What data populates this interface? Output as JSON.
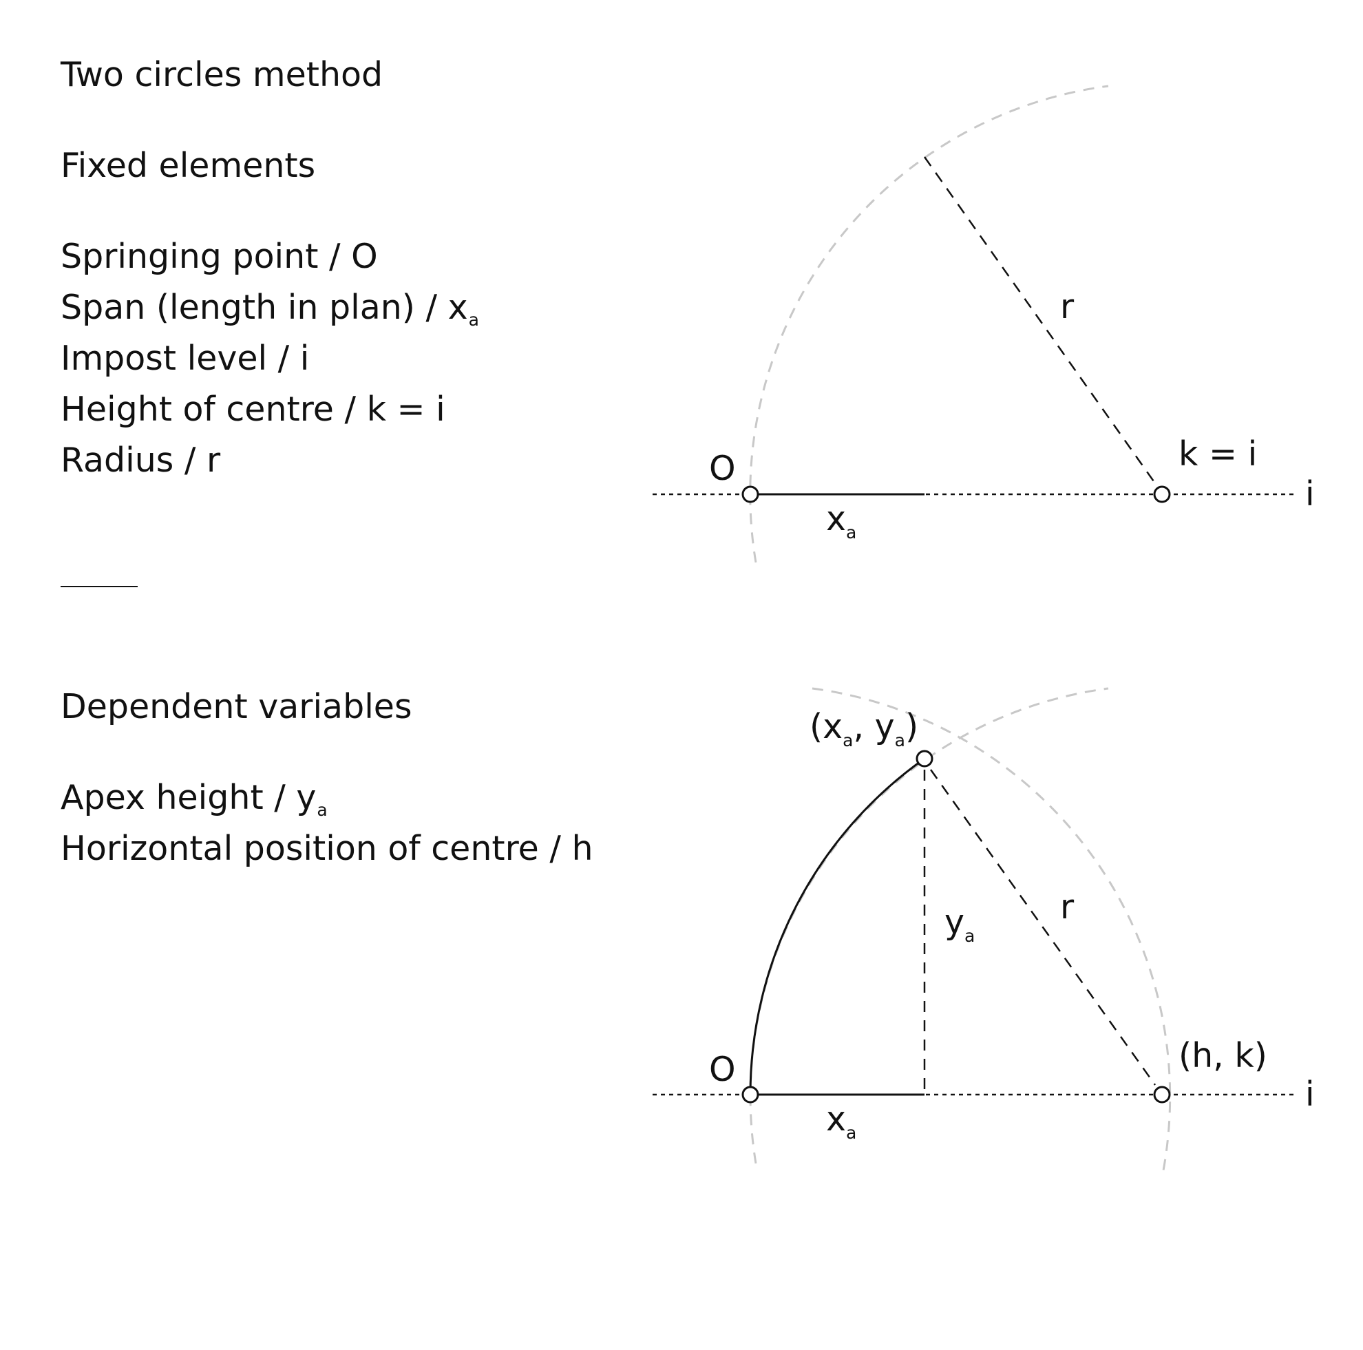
{
  "text": {
    "title": "Two circles method",
    "fixed_heading": "Fixed elements",
    "fixed_items": [
      {
        "label": "Springing point / O",
        "sub": ""
      },
      {
        "label": "Span (length in plan) / x",
        "sub": "a"
      },
      {
        "label": "Impost level / i",
        "sub": ""
      },
      {
        "label": "Height of centre / k = i",
        "sub": ""
      },
      {
        "label": "Radius / r",
        "sub": ""
      }
    ],
    "dependent_heading": "Dependent variables",
    "dependent_items": [
      {
        "label": "Apex height / y",
        "sub": "a"
      },
      {
        "label": "Horizontal position of centre / h",
        "sub": ""
      }
    ]
  },
  "diagram1": {
    "origin_label": "O",
    "span_label": "x",
    "span_sub": "a",
    "radius_label": "r",
    "centre_label": "k = i",
    "impost_label": "i"
  },
  "diagram2": {
    "origin_label": "O",
    "span_label": "x",
    "span_sub": "a",
    "apex_label": {
      "open": "(x",
      "sub1": "a",
      "mid": ", y",
      "sub2": "a",
      "close": ")"
    },
    "height_label": "y",
    "height_sub": "a",
    "radius_label": "r",
    "centre_label": "(h, k)",
    "impost_label": "i"
  },
  "colors": {
    "ink": "#111111",
    "construction": "#c8c8c8"
  }
}
